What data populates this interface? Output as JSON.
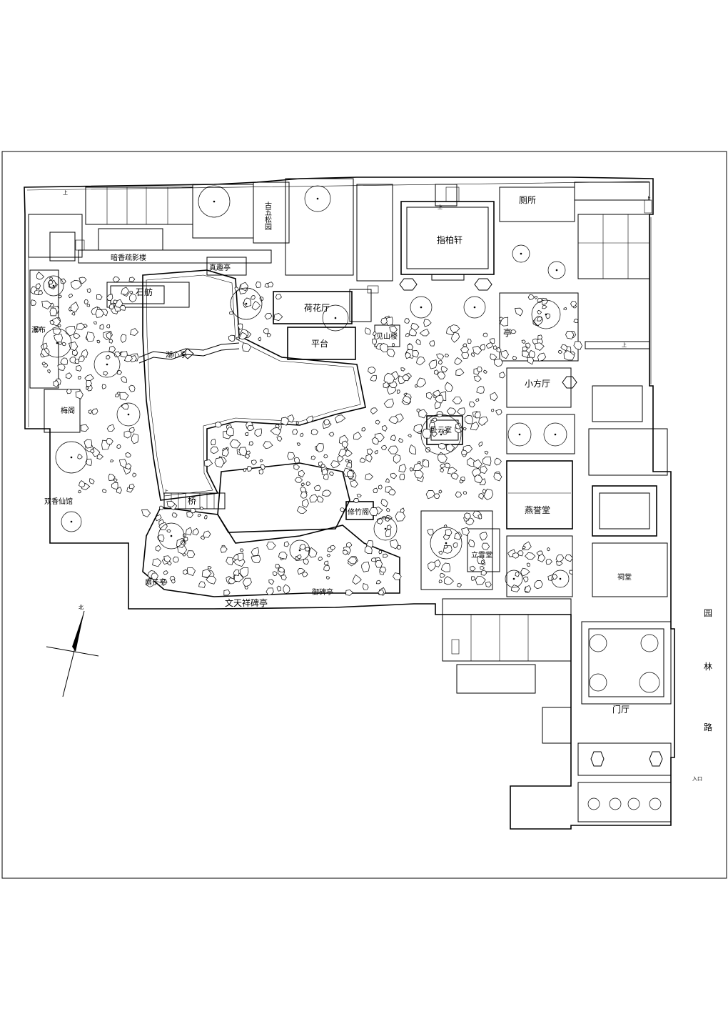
{
  "plan": {
    "labels": {
      "gu_wu_song_yuan": "古五松园",
      "an_xiang": "暗香疏影楼",
      "zhen_qu_ting": "真趣亭",
      "shi_fang": "石舫",
      "he_hua_ting": "荷花厅",
      "ping_tai": "平台",
      "hu_xin_ting": "湖心亭",
      "jian_shan_lou": "见山楼",
      "zhi_bai_xuan": "指柏轩",
      "ce_suo": "厕所",
      "ting": "亭",
      "xiao_fang_ting": "小方厅",
      "wo_yun_shi": "卧云室",
      "pu_ting": "瀑布",
      "mei_ge": "梅阁",
      "shuang_xiang_xian_guan": "双香仙馆",
      "qiao": "桥",
      "xiu_xing_ge": "修竹阁",
      "yan_yu_tang": "燕誉堂",
      "li_xue_tang": "立雪堂",
      "shan_zi_ting": "扇子亭",
      "wen_tian_xiang_bei_ting": "文天祥碑亭",
      "yu_bei_ting": "御碑亭",
      "ci_tang": "祠堂",
      "men_ting": "门厅",
      "yuan_lin_lu": [
        "园",
        "林",
        "路"
      ],
      "ru_kou": "入口",
      "north": "北",
      "shang": "上"
    }
  }
}
